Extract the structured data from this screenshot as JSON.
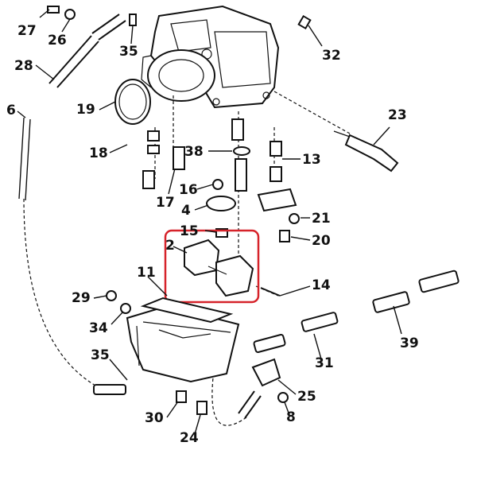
{
  "diagram": {
    "highlight_color": "#d6232a",
    "labels": {
      "l27": "27",
      "l26": "26",
      "l35a": "35",
      "l32": "32",
      "l28": "28",
      "l6": "6",
      "l19": "19",
      "l23": "23",
      "l18": "18",
      "l38": "38",
      "l13": "13",
      "l17": "17",
      "l16": "16",
      "l4": "4",
      "l21": "21",
      "l15": "15",
      "l20": "20",
      "l2": "2",
      "l11": "11",
      "l14": "14",
      "l29": "29",
      "l34": "34",
      "l39": "39",
      "l35b": "35",
      "l31": "31",
      "l25": "25",
      "l30": "30",
      "l8": "8",
      "l24": "24"
    }
  }
}
